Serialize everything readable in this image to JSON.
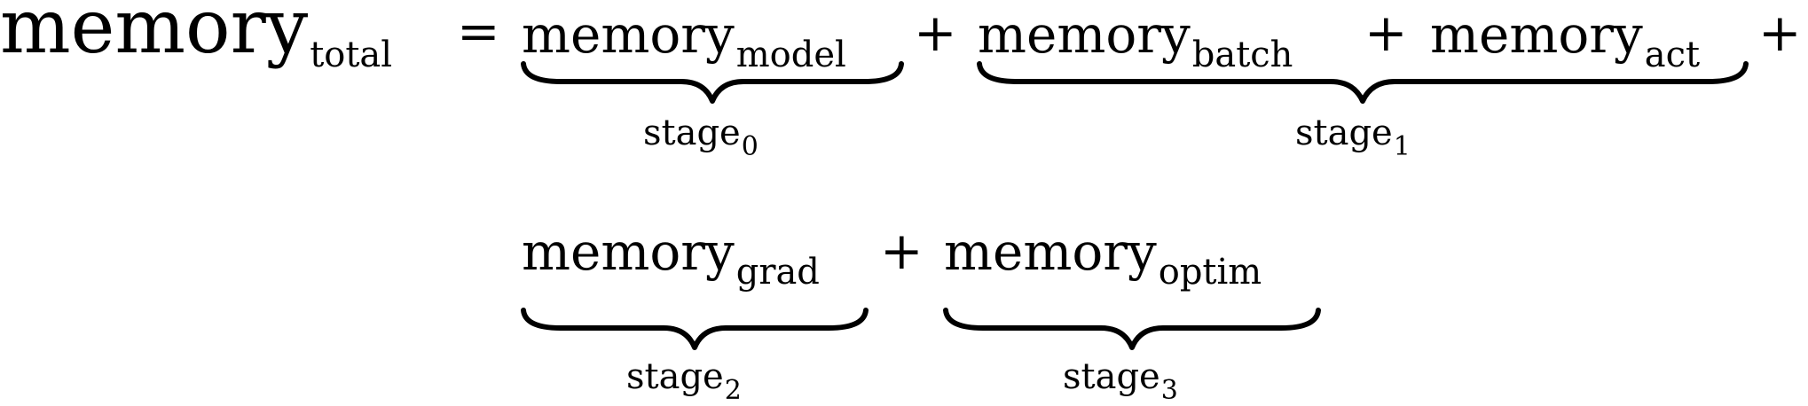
{
  "line1": {
    "lhs": {
      "base": "memory",
      "sub": "total"
    },
    "equals": "=",
    "t_model": {
      "base": "memory",
      "sub": "model"
    },
    "plus1": "+",
    "t_batch": {
      "base": "memory",
      "sub": "batch"
    },
    "plus2": "+",
    "t_act": {
      "base": "memory",
      "sub": "act"
    },
    "plus3": "+"
  },
  "line2": {
    "t_grad": {
      "base": "memory",
      "sub": "grad"
    },
    "plus": "+",
    "t_optim": {
      "base": "memory",
      "sub": "optim"
    }
  },
  "stages": [
    {
      "base": "stage",
      "sub": "0"
    },
    {
      "base": "stage",
      "sub": "1"
    },
    {
      "base": "stage",
      "sub": "2"
    },
    {
      "base": "stage",
      "sub": "3"
    }
  ]
}
